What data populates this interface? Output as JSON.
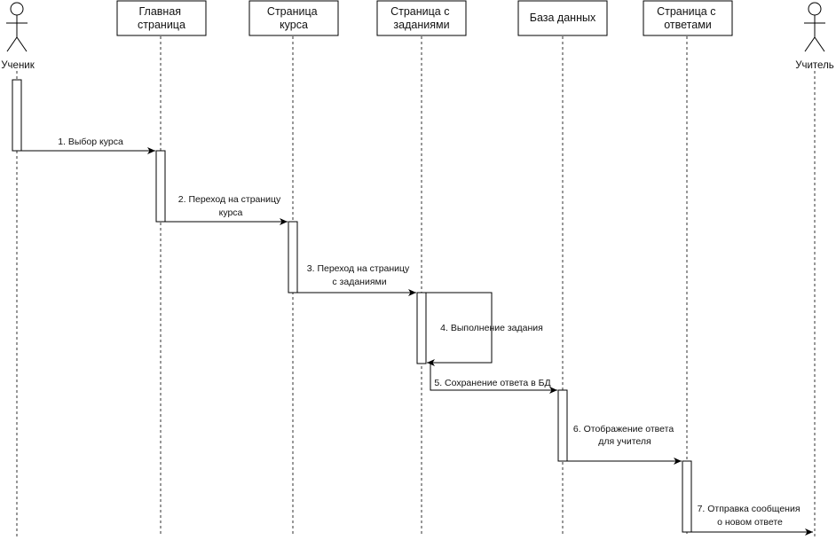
{
  "diagram": {
    "actors": [
      {
        "id": "student",
        "label": "Ученик"
      },
      {
        "id": "teacher",
        "label": "Учитель"
      }
    ],
    "participants": [
      {
        "id": "main",
        "lines": [
          "Главная",
          "страница"
        ]
      },
      {
        "id": "course",
        "lines": [
          "Страница",
          "курса"
        ]
      },
      {
        "id": "tasks",
        "lines": [
          "Страница с",
          "заданиями"
        ]
      },
      {
        "id": "db",
        "lines": [
          "База данных"
        ]
      },
      {
        "id": "answers",
        "lines": [
          "Страница с",
          "ответами"
        ]
      }
    ],
    "messages": [
      {
        "id": "m1",
        "lines": [
          "1. Выбор курса"
        ]
      },
      {
        "id": "m2",
        "lines": [
          "2. Переход на страницу",
          "курса"
        ]
      },
      {
        "id": "m3",
        "lines": [
          "3. Переход на страницу",
          "с заданиями"
        ]
      },
      {
        "id": "m4",
        "lines": [
          "4. Выполнение задания"
        ]
      },
      {
        "id": "m5",
        "lines": [
          "5. Сохранение ответа в БД"
        ]
      },
      {
        "id": "m6",
        "lines": [
          "6. Отображение ответа",
          "для учителя"
        ]
      },
      {
        "id": "m7",
        "lines": [
          "7. Отправка сообщения",
          "о новом ответе"
        ]
      }
    ]
  }
}
